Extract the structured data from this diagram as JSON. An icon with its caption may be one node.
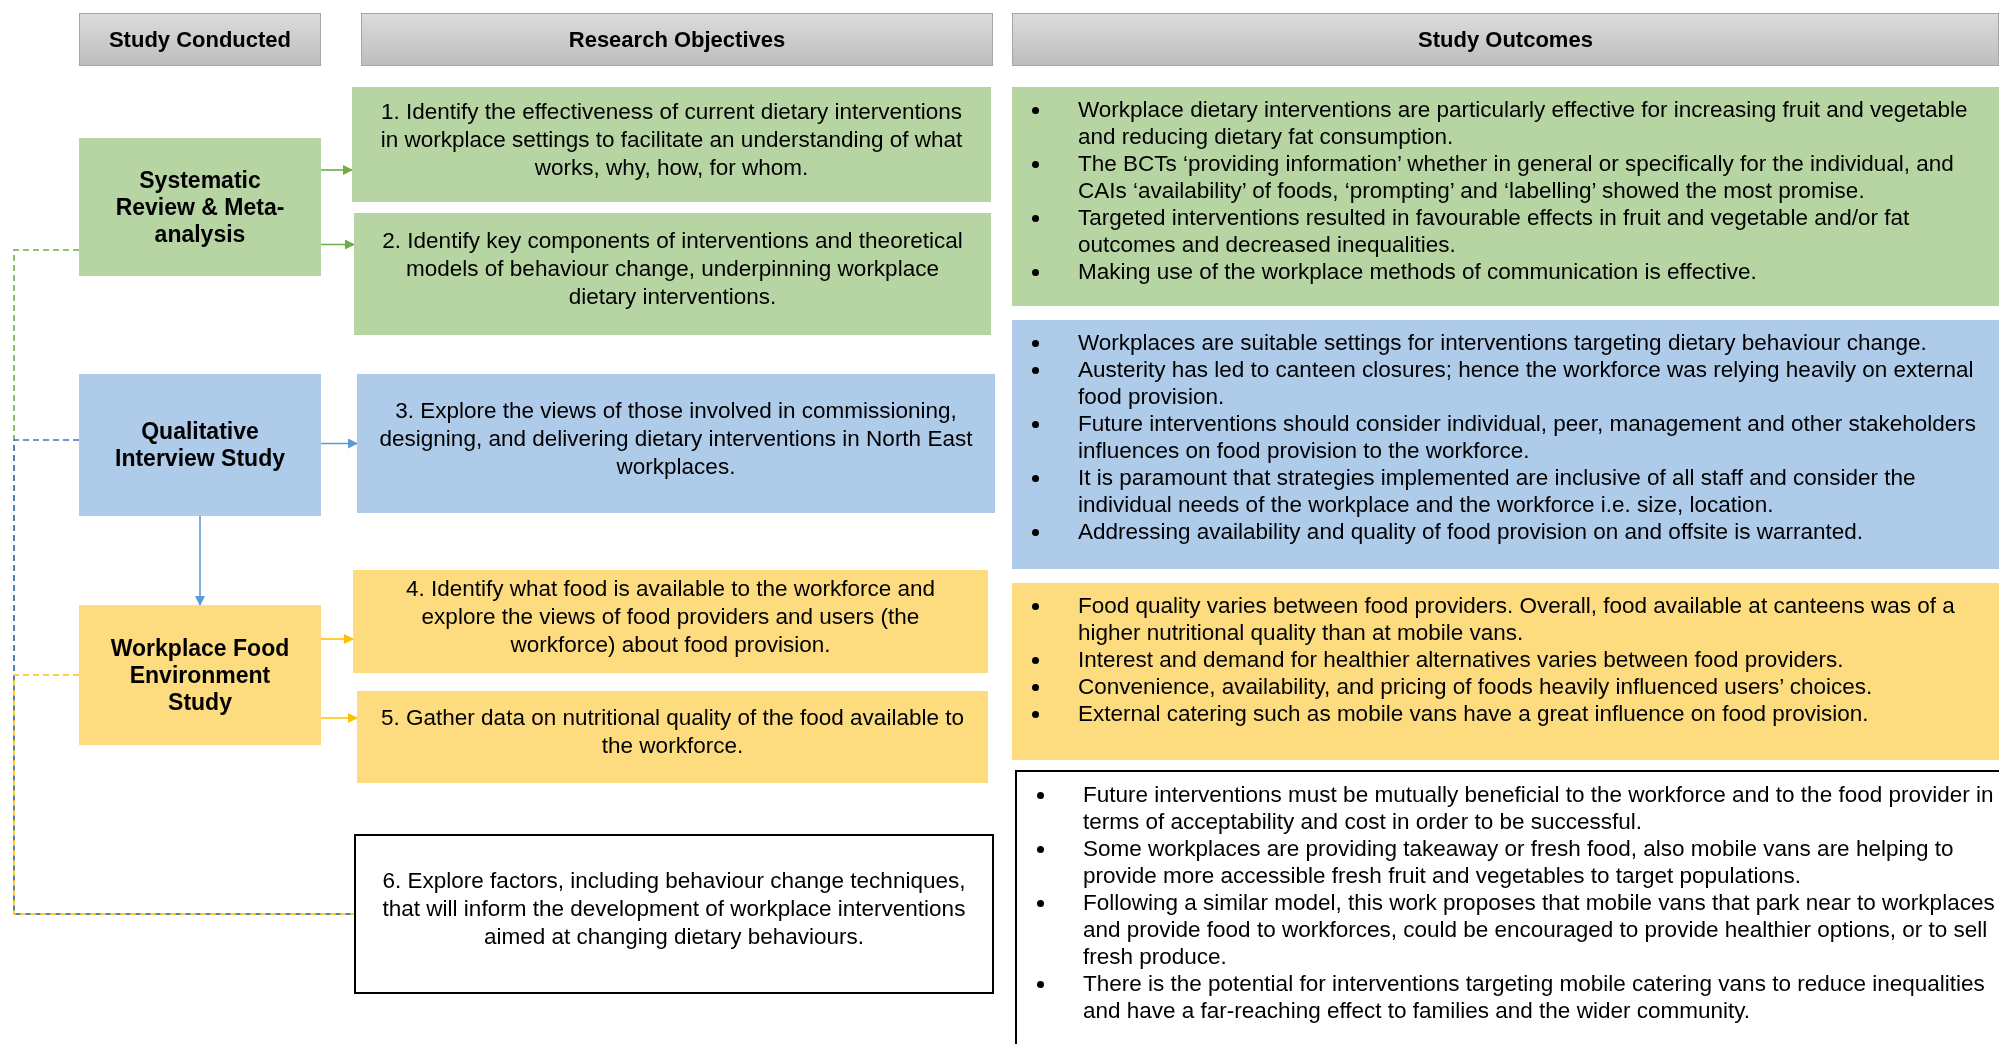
{
  "diagram": {
    "nodes": [
      {
        "text": [
          "Study Conducted"
        ]
      },
      {
        "text": [
          "Research Objectives"
        ]
      },
      {
        "text": [
          "Study Outcomes"
        ]
      },
      {
        "text": [
          "Systematic Review & Meta-analysis"
        ]
      },
      {
        "text": [
          "1. Identify the effectiveness of current dietary interventions in workplace settings to facilitate an understanding of what works, why, how, for whom."
        ]
      },
      {
        "text": [
          "2. Identify key components of interventions and theoretical models of behaviour change, underpinning workplace dietary interventions."
        ]
      },
      {
        "text": [
          "Workplace dietary interventions are particularly effective for increasing fruit and vegetable and reducing dietary fat consumption.",
          "The BCTs ‘providing information’ whether in general or specifically for the individual, and CAIs ‘availability’ of foods, ‘prompting’ and ‘labelling’ showed the most promise.",
          "Targeted interventions resulted in favourable effects in fruit and vegetable and/or fat outcomes and decreased inequalities.",
          "Making use of the workplace methods of communication is effective."
        ]
      },
      {
        "text": [
          "Qualitative Interview Study"
        ]
      },
      {
        "text": [
          "3. Explore the views of those involved in commissioning, designing, and delivering dietary interventions in North East workplaces."
        ]
      },
      {
        "text": [
          "Workplaces are suitable settings for interventions targeting dietary behaviour change.",
          "Austerity has led to canteen closures; hence the workforce was relying heavily on external food provision.",
          "Future interventions should consider individual, peer, management and other stakeholders influences on food provision to the workforce.",
          "It is paramount that strategies implemented are inclusive of all staff and consider the individual needs of the workplace and the workforce i.e. size, location.",
          "Addressing availability and quality of food provision on and offsite is warranted."
        ]
      },
      {
        "text": [
          "Workplace Food Environment Study"
        ]
      },
      {
        "text": [
          "4. Identify what food is available to the workforce and explore the views of food providers and users (the workforce) about food provision."
        ]
      },
      {
        "text": [
          "5. Gather data on nutritional quality of the food available to the workforce."
        ]
      },
      {
        "text": [
          "Food quality varies between food providers. Overall, food available at canteens was of a higher nutritional quality than at mobile vans.",
          "Interest and demand for healthier alternatives varies between food providers.",
          "Convenience, availability, and pricing of foods heavily influenced users’ choices.",
          "External catering such as mobile vans have a great influence on food provision."
        ]
      },
      {
        "text": [
          "6. Explore factors, including behaviour change techniques, that will inform the development of workplace interventions aimed at changing dietary behaviours."
        ]
      },
      {
        "text": [
          "Future interventions must be mutually beneficial to the workforce and to the food provider in terms of acceptability and cost in order to be successful.",
          "Some workplaces are providing takeaway or fresh food, also mobile vans are helping to provide more accessible fresh fruit and vegetables to target populations.",
          "Following a similar model, this work proposes that mobile vans that park near to workplaces and provide food to workforces, could be encouraged to provide healthier options, or to sell fresh produce.",
          "There is the potential for interventions targeting mobile catering vans to reduce inequalities and have a far-reaching effect to families and the wider community."
        ]
      }
    ],
    "edges": [
      {
        "from": 3,
        "to": 4,
        "arrow": "to",
        "color": "#70ad47"
      },
      {
        "from": 3,
        "to": 5,
        "arrow": "to",
        "color": "#70ad47"
      },
      {
        "from": 7,
        "to": 8,
        "arrow": "to",
        "color": "#5b9bd5"
      },
      {
        "from": 7,
        "to": 10,
        "arrow": "to",
        "color": "#5b9bd5"
      },
      {
        "from": 10,
        "to": 11,
        "arrow": "to",
        "color": "#ffc000"
      },
      {
        "from": 10,
        "to": 12,
        "arrow": "to",
        "color": "#ffc000"
      },
      {
        "from": 3,
        "to": 14,
        "arrow": "none",
        "style": "dashed",
        "color": "#70ad47"
      },
      {
        "from": 7,
        "to": 14,
        "arrow": "none",
        "style": "dashed",
        "color": "#4472c4"
      },
      {
        "from": 10,
        "to": 14,
        "arrow": "none",
        "style": "dashed",
        "color": "#ffc000"
      }
    ]
  }
}
